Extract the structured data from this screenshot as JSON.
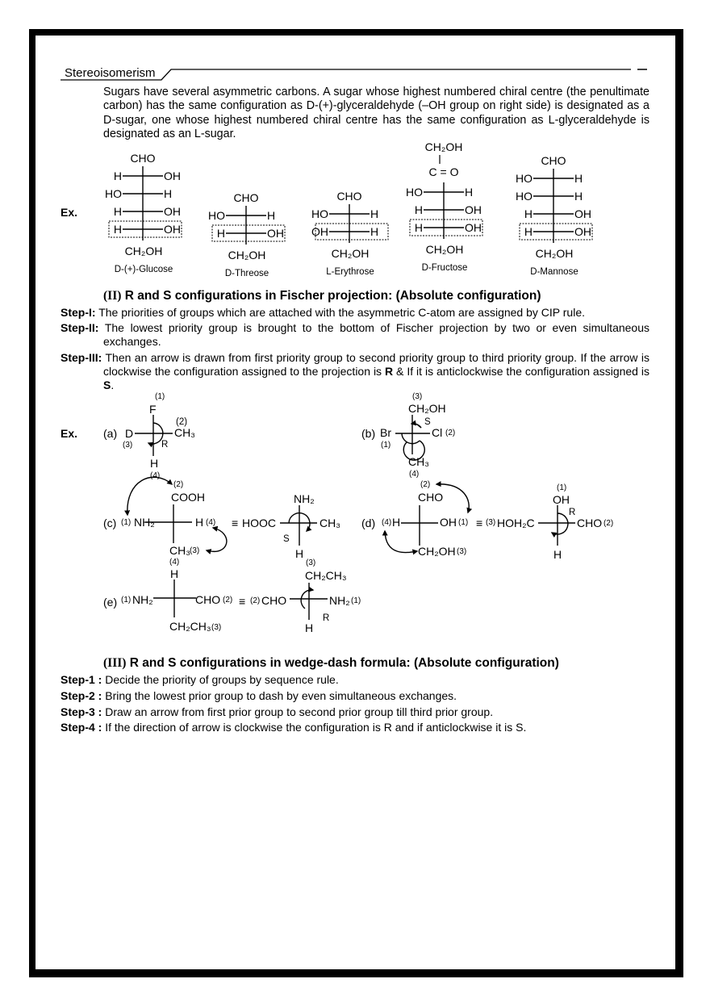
{
  "header": {
    "title": "Stereoisomerism"
  },
  "intro": "Sugars have several asymmetric carbons. A sugar whose highest numbered chiral centre (the penultimate carbon) has the same configuration as D-(+)-glyceraldehyde (–OH group on right side) is designated as a D-sugar, one whose highest numbered chiral centre has the same configuration as L-glyceraldehyde is designated as an L-sugar.",
  "ex_label": "Ex.",
  "sugars": [
    {
      "name": "D-(+)-Glucose",
      "top": [
        "CHO"
      ],
      "rows": [
        [
          "H",
          "OH"
        ],
        [
          "HO",
          "H"
        ],
        [
          "H",
          "OH"
        ],
        [
          "H",
          "OH"
        ]
      ],
      "bottom": "CH₂OH"
    },
    {
      "name": "D-Threose",
      "top": [
        "CHO"
      ],
      "rows": [
        [
          "HO",
          "H"
        ],
        [
          "H",
          "OH"
        ]
      ],
      "bottom": "CH₂OH"
    },
    {
      "name": "L-Erythrose",
      "top": [
        "CHO"
      ],
      "rows": [
        [
          "HO",
          "H"
        ],
        [
          "OH",
          "H"
        ]
      ],
      "bottom": "CH₂OH"
    },
    {
      "name": "D-Fructose",
      "top": [
        "CH₂OH",
        "C = O"
      ],
      "rows": [
        [
          "HO",
          "H"
        ],
        [
          "H",
          "OH"
        ],
        [
          "H",
          "OH"
        ]
      ],
      "bottom": "CH₂OH"
    },
    {
      "name": "D-Mannose",
      "top": [
        "CHO"
      ],
      "rows": [
        [
          "HO",
          "H"
        ],
        [
          "HO",
          "H"
        ],
        [
          "H",
          "OH"
        ],
        [
          "H",
          "OH"
        ]
      ],
      "bottom": "CH₂OH"
    }
  ],
  "section2": {
    "roman": "(II)",
    "title": "R and S configurations in Fischer projection: (Absolute configuration)",
    "steps": [
      {
        "label": "Step-I:",
        "text": "The priorities of groups which are attached with the asymmetric C-atom are assigned by CIP rule."
      },
      {
        "label": "Step-II:",
        "text": "The lowest priority group is brought to the bottom of Fischer projection by two or even simultaneous exchanges."
      },
      {
        "label": "Step-III:",
        "text_before": "Then an arrow is drawn from first priority group to second priority group to third priority group. If the arrow is clockwise the configuration assigned to the projection is ",
        "r": "R",
        "text_mid": " & If it is anticlockwise the configuration assigned is ",
        "s": "S",
        "text_end": "."
      }
    ]
  },
  "examples": {
    "a": {
      "label": "(a)",
      "top": "F",
      "top_p": "(1)",
      "left": "D",
      "left_p": "(3)",
      "right": "CH₃",
      "right_p": "(2)",
      "bottom": "H",
      "bottom_p": "(4)",
      "config": "R"
    },
    "b": {
      "label": "(b)",
      "top": "CH₂OH",
      "top_p": "(3)",
      "left": "Br",
      "left_p": "(1)",
      "right": "Cl",
      "right_p": "(2)",
      "bottom": "CH₃",
      "bottom_p": "(4)",
      "config": "S"
    },
    "c": {
      "label": "(c)",
      "top": "COOH",
      "top_p": "(2)",
      "left": "NH₂",
      "left_p": "(1)",
      "right": "H",
      "right_p": "(4)",
      "bottom": "CH₃",
      "bottom_p": "(3)",
      "equiv": "≡",
      "p_left": "HOOC",
      "p_top": "NH₂",
      "p_right": "CH₃",
      "p_bottom": "H",
      "config": "S"
    },
    "d": {
      "label": "(d)",
      "top": "CHO",
      "top_p": "(2)",
      "left": "H",
      "left_p": "(4)",
      "right": "OH",
      "right_p": "(1)",
      "bottom": "CH₂OH",
      "bottom_p": "(3)",
      "equiv": "≡",
      "p_left": "HOH₂C",
      "p_left_p": "(3)",
      "p_top": "OH",
      "p_top_p": "(1)",
      "p_right": "CHO",
      "p_right_p": "(2)",
      "p_bottom": "H",
      "config": "R"
    },
    "e": {
      "label": "(e)",
      "top": "H",
      "top_p": "(4)",
      "left": "NH₂",
      "left_p": "(1)",
      "right": "CHO",
      "right_p": "(2)",
      "bottom": "CH₂CH₃",
      "bottom_p": "(3)",
      "equiv": "≡",
      "p_left": "CHO",
      "p_left_p": "(2)",
      "p_top": "CH₂CH₃",
      "p_top_p": "(3)",
      "p_right": "NH₂",
      "p_right_p": "(1)",
      "p_bottom": "H",
      "config": "R"
    }
  },
  "section3": {
    "roman": "(III)",
    "title": "R and S configurations in wedge-dash formula: (Absolute configuration)",
    "steps": [
      {
        "label": "Step-1 :",
        "text": "Decide the priority of groups by sequence rule."
      },
      {
        "label": "Step-2 :",
        "text": "Bring the lowest prior group to dash by even simultaneous exchanges."
      },
      {
        "label": "Step-3 :",
        "text": "Draw an arrow from first prior group to second prior group till third prior group."
      },
      {
        "label": "Step-4 :",
        "text": "If the direction of arrow is clockwise the configuration is R and if anticlockwise it is S."
      }
    ]
  }
}
